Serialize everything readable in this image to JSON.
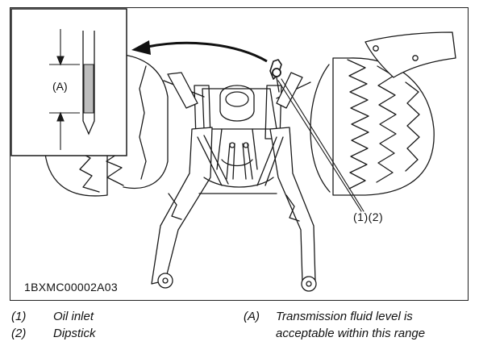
{
  "figure": {
    "code": "1BXMC00002A03",
    "callout_label": "(1)(2)",
    "level_label": "(A)"
  },
  "legend": {
    "left": [
      {
        "key": "(1)",
        "text": "Oil inlet"
      },
      {
        "key": "(2)",
        "text": "Dipstick"
      }
    ],
    "right": {
      "key": "(A)",
      "lines": [
        "Transmission fluid level is",
        "acceptable within this range"
      ]
    }
  }
}
